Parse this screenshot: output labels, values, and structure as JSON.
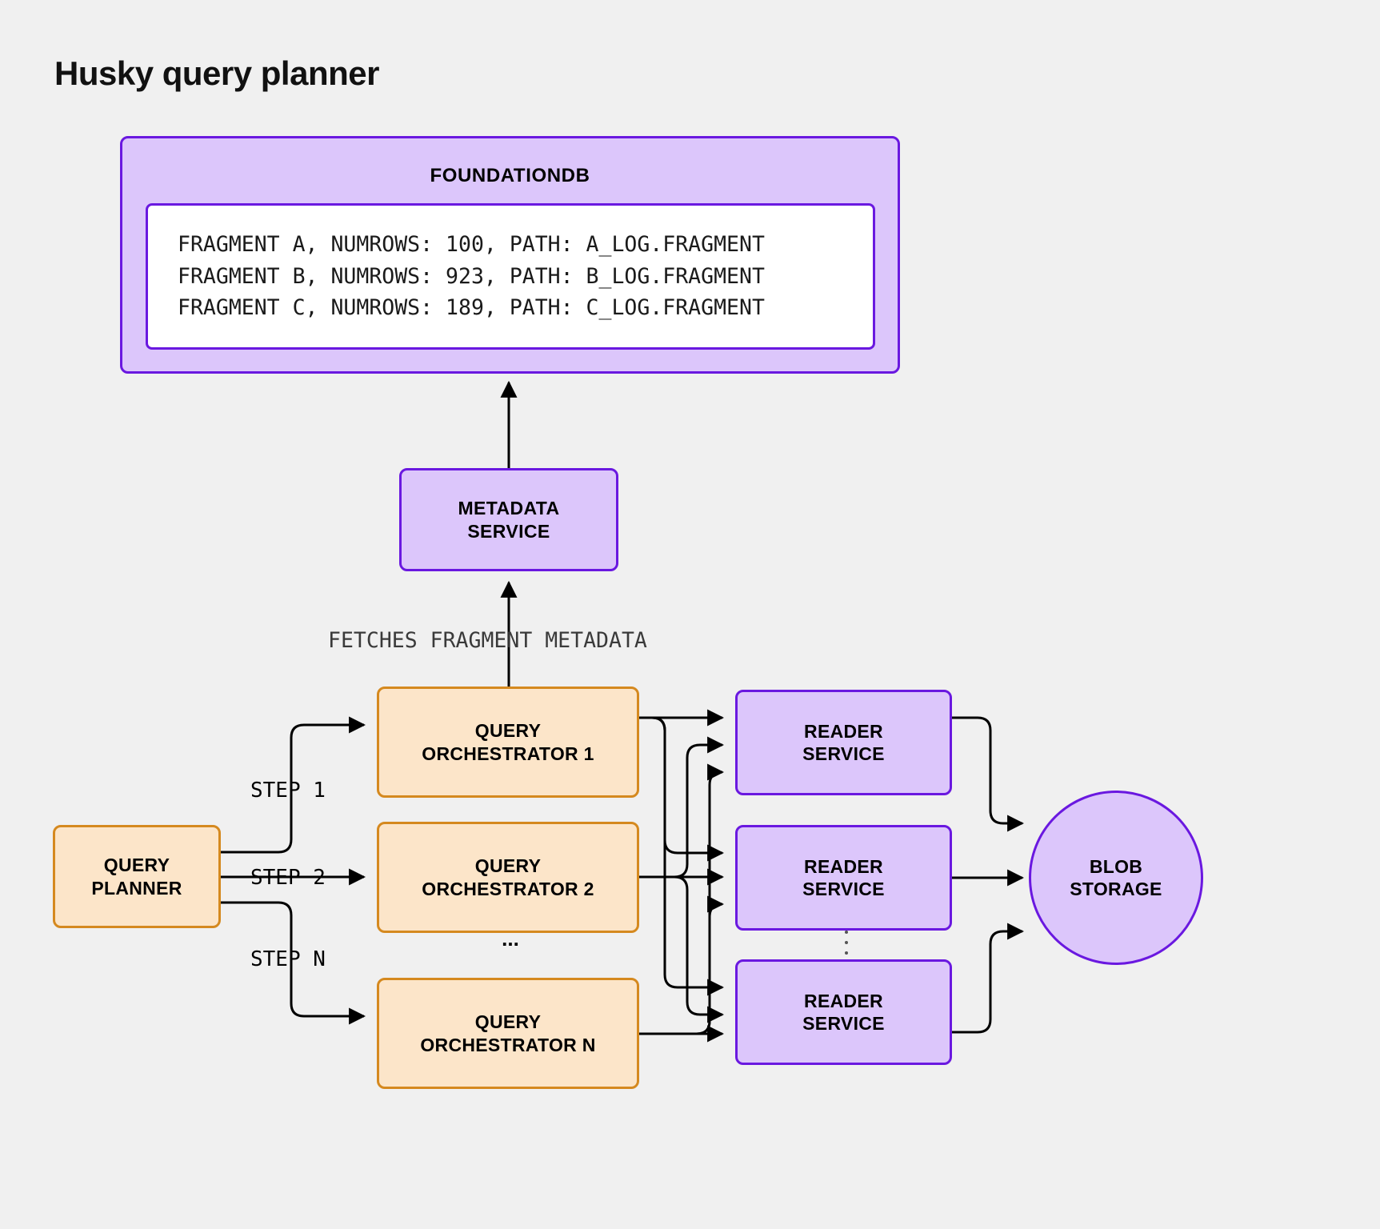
{
  "page": {
    "title": "Husky query planner",
    "background_color": "#f0f0f0"
  },
  "palette": {
    "purple_fill": "#dcc6fb",
    "purple_border": "#6a18e0",
    "orange_fill": "#fce5c9",
    "orange_border": "#d5891f",
    "white_fill": "#ffffff",
    "text": "#000000",
    "muted_text": "#3a3a3a"
  },
  "nodes": {
    "foundationdb": {
      "label": "FOUNDATIONDB",
      "records": [
        "FRAGMENT A, NUMROWS: 100, PATH: A_LOG.FRAGMENT",
        "FRAGMENT B, NUMROWS: 923, PATH: B_LOG.FRAGMENT",
        "FRAGMENT C, NUMROWS: 189, PATH: C_LOG.FRAGMENT"
      ]
    },
    "metadata_service": {
      "line1": "METADATA",
      "line2": "SERVICE"
    },
    "query_planner": {
      "line1": "QUERY",
      "line2": "PLANNER"
    },
    "orchestrators": [
      {
        "line1": "QUERY",
        "line2": "ORCHESTRATOR 1"
      },
      {
        "line1": "QUERY",
        "line2": "ORCHESTRATOR 2"
      },
      {
        "line1": "QUERY",
        "line2": "ORCHESTRATOR N"
      }
    ],
    "orchestrator_ellipsis": "...",
    "readers": [
      {
        "line1": "READER",
        "line2": "SERVICE"
      },
      {
        "line1": "READER",
        "line2": "SERVICE"
      },
      {
        "line1": "READER",
        "line2": "SERVICE"
      }
    ],
    "blob_storage": {
      "line1": "BLOB",
      "line2": "STORAGE"
    }
  },
  "edge_labels": {
    "fetches_metadata": "FETCHES FRAGMENT METADATA",
    "step_1": "STEP 1",
    "step_2": "STEP 2",
    "step_n": "STEP N"
  }
}
